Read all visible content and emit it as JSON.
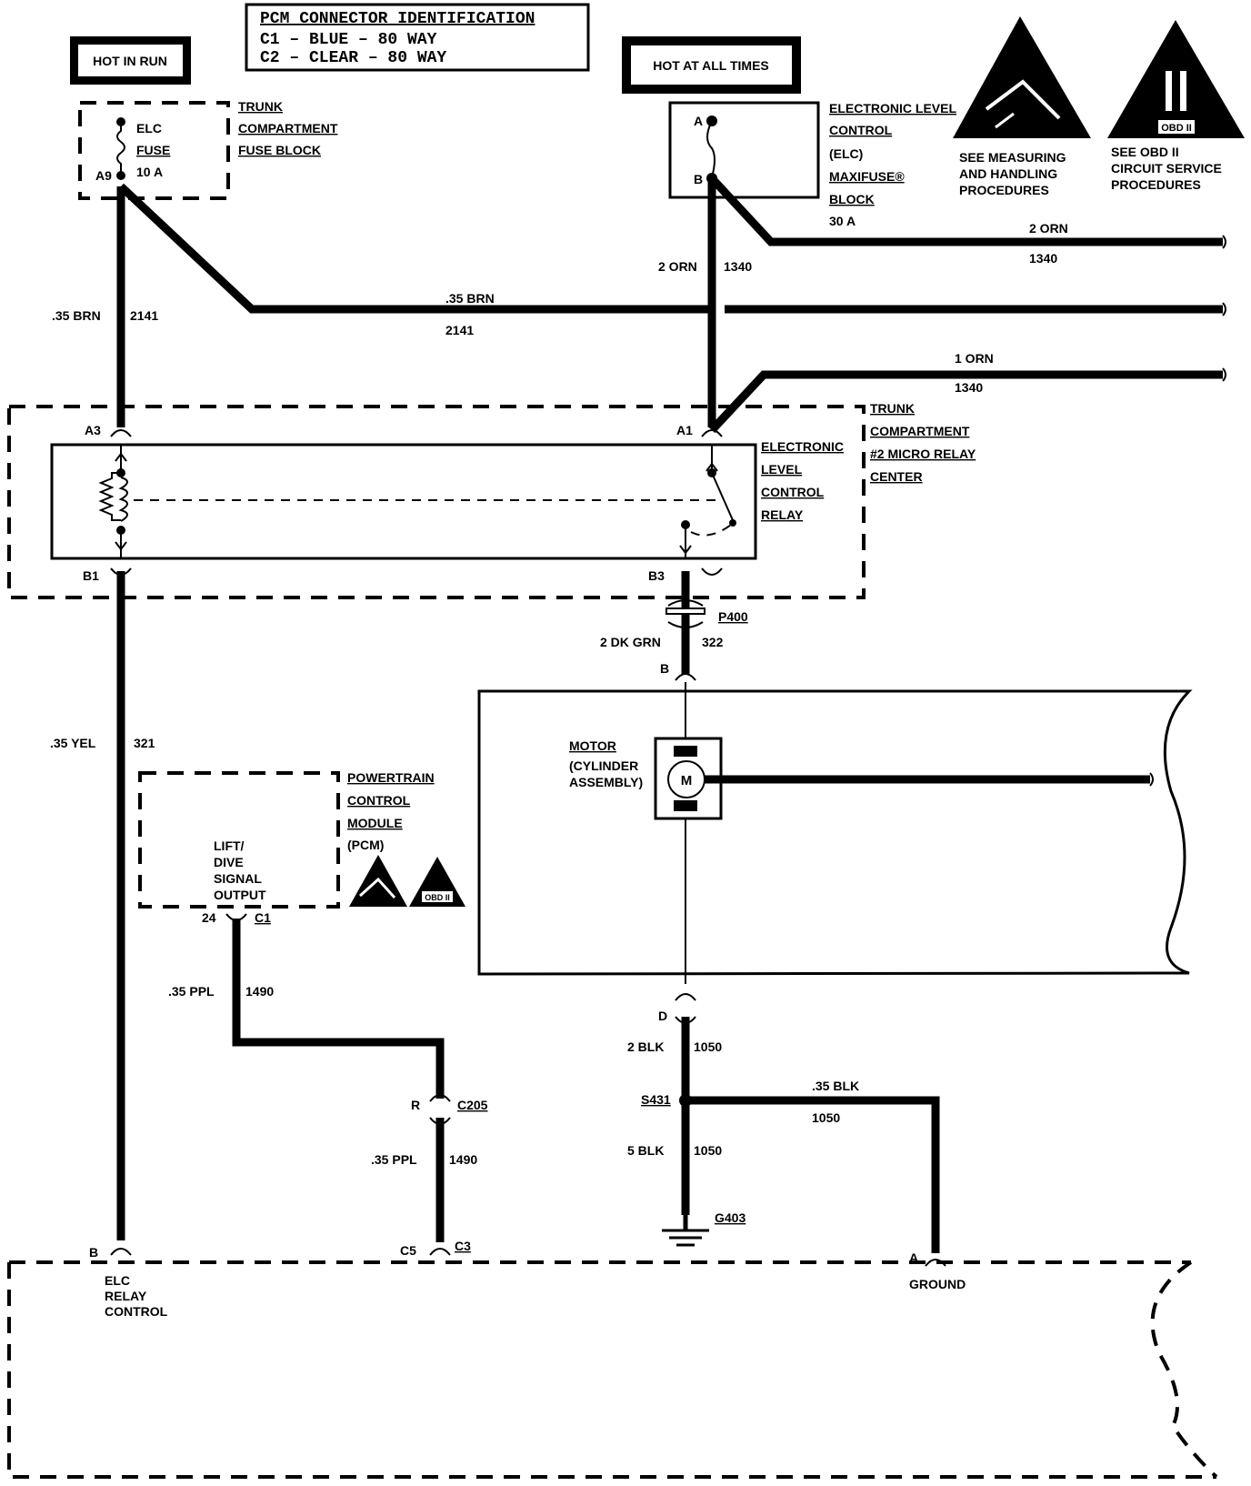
{
  "pcm_connector": {
    "title": "PCM CONNECTOR IDENTIFICATION",
    "c1": "C1 – BLUE    – 80 WAY",
    "c2": "C2 – CLEAR  – 80 WAY"
  },
  "hot_in_run": "HOT IN RUN",
  "hot_at_all_times": "HOT AT ALL TIMES",
  "fuse_block": {
    "fuse_name_1": "ELC",
    "fuse_name_2": "FUSE",
    "pin": "A9",
    "rating": "10 A",
    "label_1": "TRUNK",
    "label_2": "COMPARTMENT",
    "label_3": "FUSE BLOCK"
  },
  "maxifuse": {
    "pin_a": "A",
    "pin_b": "B",
    "label_1": "ELECTRONIC LEVEL",
    "label_2": "CONTROL",
    "label_3": "(ELC)",
    "label_4": "MAXIFUSE®",
    "label_5": "BLOCK",
    "label_6": "30 A"
  },
  "warnings": {
    "esd_1": "SEE MEASURING",
    "esd_2": "AND HANDLING",
    "esd_3": "PROCEDURES",
    "obd_mark": "OBD II",
    "obd_1": "SEE OBD II",
    "obd_2": "CIRCUIT SERVICE",
    "obd_3": "PROCEDURES"
  },
  "wires": {
    "w2141_v_gauge": ".35 BRN",
    "w2141_v_num": "2141",
    "w2141_h_gauge": ".35 BRN",
    "w2141_h_num": "2141",
    "w1340_v_gauge": "2 ORN",
    "w1340_v_num": "1340",
    "w1340_top_gauge": "2 ORN",
    "w1340_top_num": "1340",
    "w1340_mid_gauge": "1 ORN",
    "w1340_mid_num": "1340",
    "w321_gauge": ".35 YEL",
    "w321_num": "321",
    "w322_gauge": "2 DK GRN",
    "w322_num": "322",
    "w1490a_gauge": ".35 PPL",
    "w1490a_num": "1490",
    "w1490b_gauge": ".35 PPL",
    "w1490b_num": "1490",
    "w1050a_gauge": "2 BLK",
    "w1050a_num": "1050",
    "w1050b_gauge": "5 BLK",
    "w1050b_num": "1050",
    "w1050c_gauge": ".35 BLK",
    "w1050c_num": "1050"
  },
  "relay_center": {
    "pin_a3": "A3",
    "pin_a1": "A1",
    "pin_b1": "B1",
    "pin_b3": "B3",
    "relay_1": "ELECTRONIC",
    "relay_2": "LEVEL",
    "relay_3": "CONTROL",
    "relay_4": "RELAY",
    "center_1": "TRUNK",
    "center_2": "COMPARTMENT",
    "center_3": "#2 MICRO RELAY",
    "center_4": "CENTER"
  },
  "connectors": {
    "p400": "P400",
    "b": "B",
    "d": "D",
    "s431": "S431",
    "g403": "G403",
    "r": "R",
    "c205": "C205",
    "c5": "C5",
    "c3": "C3",
    "pin_24": "24",
    "c1": "C1"
  },
  "motor": {
    "symbol": "M",
    "label_1": "MOTOR",
    "label_2": "(CYLINDER",
    "label_3": "ASSEMBLY)"
  },
  "pcm": {
    "label_1": "POWERTRAIN",
    "label_2": "CONTROL",
    "label_3": "MODULE",
    "label_4": "(PCM)",
    "out_1": "LIFT/",
    "out_2": "DIVE",
    "out_3": "SIGNAL",
    "out_4": "OUTPUT",
    "obd_mark": "OBD II"
  },
  "bottom": {
    "pin_b": "B",
    "elc_1": "ELC",
    "elc_2": "RELAY",
    "elc_3": "CONTROL",
    "pin_a": "A",
    "ground": "GROUND"
  }
}
